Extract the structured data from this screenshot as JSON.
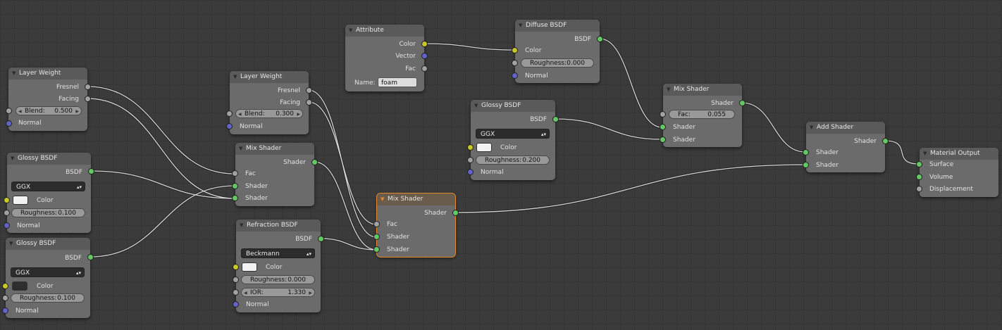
{
  "nodes": {
    "lw1": {
      "title": "Layer Weight",
      "fresnel": "Fresnel",
      "facing": "Facing",
      "blend_label": "Blend:",
      "blend_value": "0.500",
      "normal": "Normal"
    },
    "lw2": {
      "title": "Layer Weight",
      "fresnel": "Fresnel",
      "facing": "Facing",
      "blend_label": "Blend:",
      "blend_value": "0.300",
      "normal": "Normal"
    },
    "gl1": {
      "title": "Glossy BSDF",
      "bsdf": "BSDF",
      "distribution": "GGX",
      "color": "Color",
      "roughness_label": "Roughness:",
      "roughness_value": "0.100",
      "normal": "Normal"
    },
    "gl2": {
      "title": "Glossy BSDF",
      "bsdf": "BSDF",
      "distribution": "GGX",
      "color": "Color",
      "roughness_label": "Roughness:",
      "roughness_value": "0.100",
      "normal": "Normal"
    },
    "ms1": {
      "title": "Mix Shader",
      "shader_out": "Shader",
      "fac": "Fac",
      "shader1": "Shader",
      "shader2": "Shader"
    },
    "rf": {
      "title": "Refraction BSDF",
      "bsdf": "BSDF",
      "distribution": "Beckmann",
      "color": "Color",
      "roughness_label": "Roughness:",
      "roughness_value": "0.000",
      "ior_label": "IOR:",
      "ior_value": "1.330",
      "normal": "Normal"
    },
    "attr": {
      "title": "Attribute",
      "color": "Color",
      "vector": "Vector",
      "fac": "Fac",
      "name_label": "Name:",
      "name_value": "foam"
    },
    "ms2": {
      "title": "Mix Shader",
      "shader_out": "Shader",
      "fac": "Fac",
      "shader1": "Shader",
      "shader2": "Shader"
    },
    "diff": {
      "title": "Diffuse BSDF",
      "bsdf": "BSDF",
      "color": "Color",
      "roughness_label": "Roughness:",
      "roughness_value": "0.000",
      "normal": "Normal"
    },
    "gl3": {
      "title": "Glossy BSDF",
      "bsdf": "BSDF",
      "distribution": "GGX",
      "color": "Color",
      "roughness_label": "Roughness:",
      "roughness_value": "0.200",
      "normal": "Normal"
    },
    "ms3": {
      "title": "Mix Shader",
      "shader_out": "Shader",
      "fac_label": "Fac:",
      "fac_value": "0.055",
      "shader1": "Shader",
      "shader2": "Shader"
    },
    "add": {
      "title": "Add Shader",
      "shader_out": "Shader",
      "shader1": "Shader",
      "shader2": "Shader"
    },
    "out": {
      "title": "Material Output",
      "surface": "Surface",
      "volume": "Volume",
      "displacement": "Displacement"
    }
  },
  "colors": {
    "socket_color": "#c7c729",
    "socket_shader": "#63c763",
    "socket_vector": "#6363c7",
    "socket_float": "#a1a1a1",
    "active_outline": "#e88a2a",
    "wire": "#d8d8d8"
  }
}
